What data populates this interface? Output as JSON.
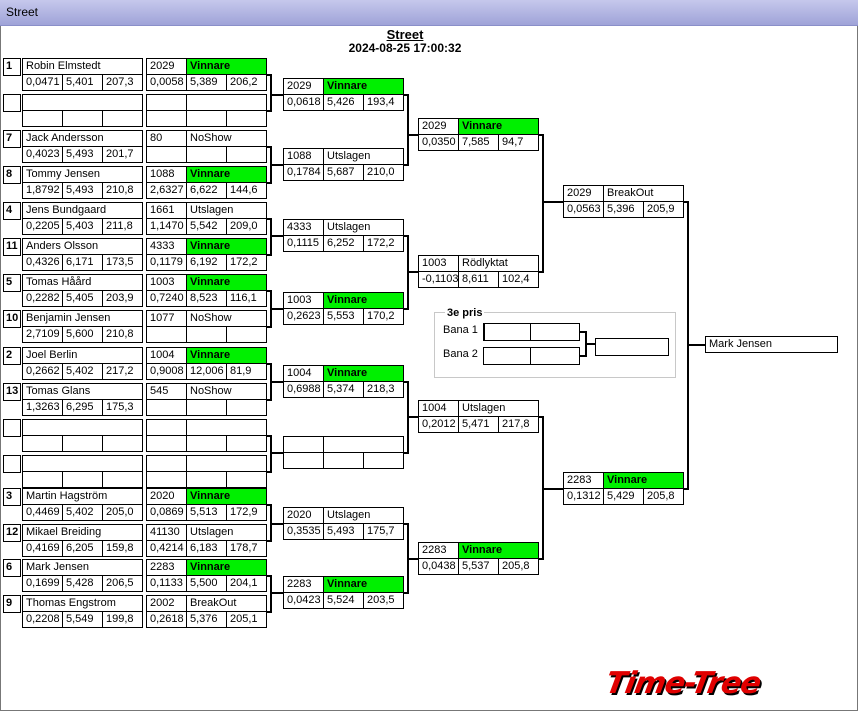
{
  "window": {
    "title": "Street"
  },
  "header": {
    "title": "Street",
    "datetime": "2024-08-25 17:00:32"
  },
  "round1": [
    {
      "seed": "1",
      "name": "Robin Elmstedt",
      "rt": "0,0471",
      "et": "5,401",
      "sp": "207,3",
      "bracket": "",
      "status": ""
    },
    {
      "seed": "",
      "name": "",
      "rt": "",
      "et": "",
      "sp": "",
      "bracket": "",
      "status": ""
    },
    {
      "seed": "7",
      "name": "Jack Andersson",
      "rt": "0,4023",
      "et": "5,493",
      "sp": "201,7",
      "bracket": "",
      "status": ""
    },
    {
      "seed": "8",
      "name": "Tommy Jensen",
      "rt": "1,8792",
      "et": "5,493",
      "sp": "210,8",
      "bracket": "",
      "status": ""
    },
    {
      "seed": "4",
      "name": "Jens Bundgaard",
      "rt": "0,2205",
      "et": "5,403",
      "sp": "211,8",
      "bracket": "",
      "status": ""
    },
    {
      "seed": "11",
      "name": "Anders Olsson",
      "rt": "0,4326",
      "et": "6,171",
      "sp": "173,5",
      "bracket": "",
      "status": ""
    },
    {
      "seed": "5",
      "name": "Tomas  Håård",
      "rt": "0,2282",
      "et": "5,405",
      "sp": "203,9",
      "bracket": "",
      "status": ""
    },
    {
      "seed": "10",
      "name": "Benjamin Jensen",
      "rt": "2,7109",
      "et": "5,600",
      "sp": "210,8",
      "bracket": "",
      "status": ""
    },
    {
      "seed": "2",
      "name": "Joel Berlin",
      "rt": "0,2662",
      "et": "5,402",
      "sp": "217,2",
      "bracket": "",
      "status": ""
    },
    {
      "seed": "13",
      "name": "Tomas Glans",
      "rt": "1,3263",
      "et": "6,295",
      "sp": "175,3",
      "bracket": "",
      "status": ""
    },
    {
      "seed": "",
      "name": "",
      "rt": "",
      "et": "",
      "sp": "",
      "bracket": "",
      "status": ""
    },
    {
      "seed": "",
      "name": "",
      "rt": "",
      "et": "",
      "sp": "",
      "bracket": "",
      "status": ""
    },
    {
      "seed": "3",
      "name": "Martin Hagström",
      "rt": "0,4469",
      "et": "5,402",
      "sp": "205,0",
      "bracket": "",
      "status": ""
    },
    {
      "seed": "12",
      "name": "Mikael  Breiding",
      "rt": "0,4169",
      "et": "6,205",
      "sp": "159,8",
      "bracket": "",
      "status": ""
    },
    {
      "seed": "6",
      "name": "Mark Jensen",
      "rt": "0,1699",
      "et": "5,428",
      "sp": "206,5",
      "bracket": "",
      "status": ""
    },
    {
      "seed": "9",
      "name": "Thomas Engstrom",
      "rt": "0,2208",
      "et": "5,549",
      "sp": "199,8",
      "bracket": "",
      "status": ""
    }
  ],
  "round2": [
    {
      "bracket": "2029",
      "status": "Vinnare",
      "rt": "0,0058",
      "et": "5,389",
      "sp": "206,2"
    },
    {
      "bracket": "",
      "status": "",
      "rt": "",
      "et": "",
      "sp": ""
    },
    {
      "bracket": "80",
      "status": "NoShow",
      "rt": "",
      "et": "",
      "sp": ""
    },
    {
      "bracket": "1088",
      "status": "Vinnare",
      "rt": "2,6327",
      "et": "6,622",
      "sp": "144,6"
    },
    {
      "bracket": "1661",
      "status": "Utslagen",
      "rt": "1,1470",
      "et": "5,542",
      "sp": "209,0"
    },
    {
      "bracket": "4333",
      "status": "Vinnare",
      "rt": "0,1179",
      "et": "6,192",
      "sp": "172,2"
    },
    {
      "bracket": "1003",
      "status": "Vinnare",
      "rt": "0,7240",
      "et": "8,523",
      "sp": "116,1"
    },
    {
      "bracket": "1077",
      "status": "NoShow",
      "rt": "",
      "et": "",
      "sp": ""
    },
    {
      "bracket": "1004",
      "status": "Vinnare",
      "rt": "0,9008",
      "et": "12,006",
      "sp": "81,9"
    },
    {
      "bracket": "545",
      "status": "NoShow",
      "rt": "",
      "et": "",
      "sp": ""
    },
    {
      "bracket": "",
      "status": "",
      "rt": "",
      "et": "",
      "sp": ""
    },
    {
      "bracket": "",
      "status": "",
      "rt": "",
      "et": "",
      "sp": ""
    },
    {
      "bracket": "2020",
      "status": "Vinnare",
      "rt": "0,0869",
      "et": "5,513",
      "sp": "172,9"
    },
    {
      "bracket": "41130",
      "status": "Utslagen",
      "rt": "0,4214",
      "et": "6,183",
      "sp": "178,7"
    },
    {
      "bracket": "2283",
      "status": "Vinnare",
      "rt": "0,1133",
      "et": "5,500",
      "sp": "204,1"
    },
    {
      "bracket": "2002",
      "status": "BreakOut",
      "rt": "0,2618",
      "et": "5,376",
      "sp": "205,1"
    }
  ],
  "round3": [
    {
      "bracket": "2029",
      "status": "Vinnare",
      "rt": "0,0618",
      "et": "5,426",
      "sp": "193,4"
    },
    {
      "bracket": "1088",
      "status": "Utslagen",
      "rt": "0,1784",
      "et": "5,687",
      "sp": "210,0"
    },
    {
      "bracket": "4333",
      "status": "Utslagen",
      "rt": "0,1115",
      "et": "6,252",
      "sp": "172,2"
    },
    {
      "bracket": "1003",
      "status": "Vinnare",
      "rt": "0,2623",
      "et": "5,553",
      "sp": "170,2"
    },
    {
      "bracket": "1004",
      "status": "Vinnare",
      "rt": "0,6988",
      "et": "5,374",
      "sp": "218,3"
    },
    {
      "bracket": "",
      "status": "",
      "rt": "",
      "et": "",
      "sp": ""
    },
    {
      "bracket": "2020",
      "status": "Utslagen",
      "rt": "0,3535",
      "et": "5,493",
      "sp": "175,7"
    },
    {
      "bracket": "2283",
      "status": "Vinnare",
      "rt": "0,0423",
      "et": "5,524",
      "sp": "203,5"
    }
  ],
  "round4": [
    {
      "bracket": "2029",
      "status": "Vinnare",
      "rt": "0,0350",
      "et": "7,585",
      "sp": "94,7"
    },
    {
      "bracket": "1003",
      "status": "Rödlyktat",
      "rt": "-0,1103",
      "et": "8,611",
      "sp": "102,4"
    },
    {
      "bracket": "1004",
      "status": "Utslagen",
      "rt": "0,2012",
      "et": "5,471",
      "sp": "217,8"
    },
    {
      "bracket": "2283",
      "status": "Vinnare",
      "rt": "0,0438",
      "et": "5,537",
      "sp": "205,8"
    }
  ],
  "round5": [
    {
      "bracket": "2029",
      "status": "BreakOut",
      "rt": "0,0563",
      "et": "5,396",
      "sp": "205,9"
    },
    {
      "bracket": "2283",
      "status": "Vinnare",
      "rt": "0,1312",
      "et": "5,429",
      "sp": "205,8"
    }
  ],
  "winner": {
    "name": "Mark Jensen"
  },
  "third": {
    "title": "3e pris",
    "lane1": "Bana 1",
    "lane2": "Bana 2",
    "lane1_value": "",
    "lane2_value": "",
    "result": ""
  },
  "logo": {
    "text": "Time-Tree"
  },
  "colors": {
    "winner_green": "#00f000",
    "logo_red": "#e00000",
    "titlebar": "#b3b6e2"
  }
}
